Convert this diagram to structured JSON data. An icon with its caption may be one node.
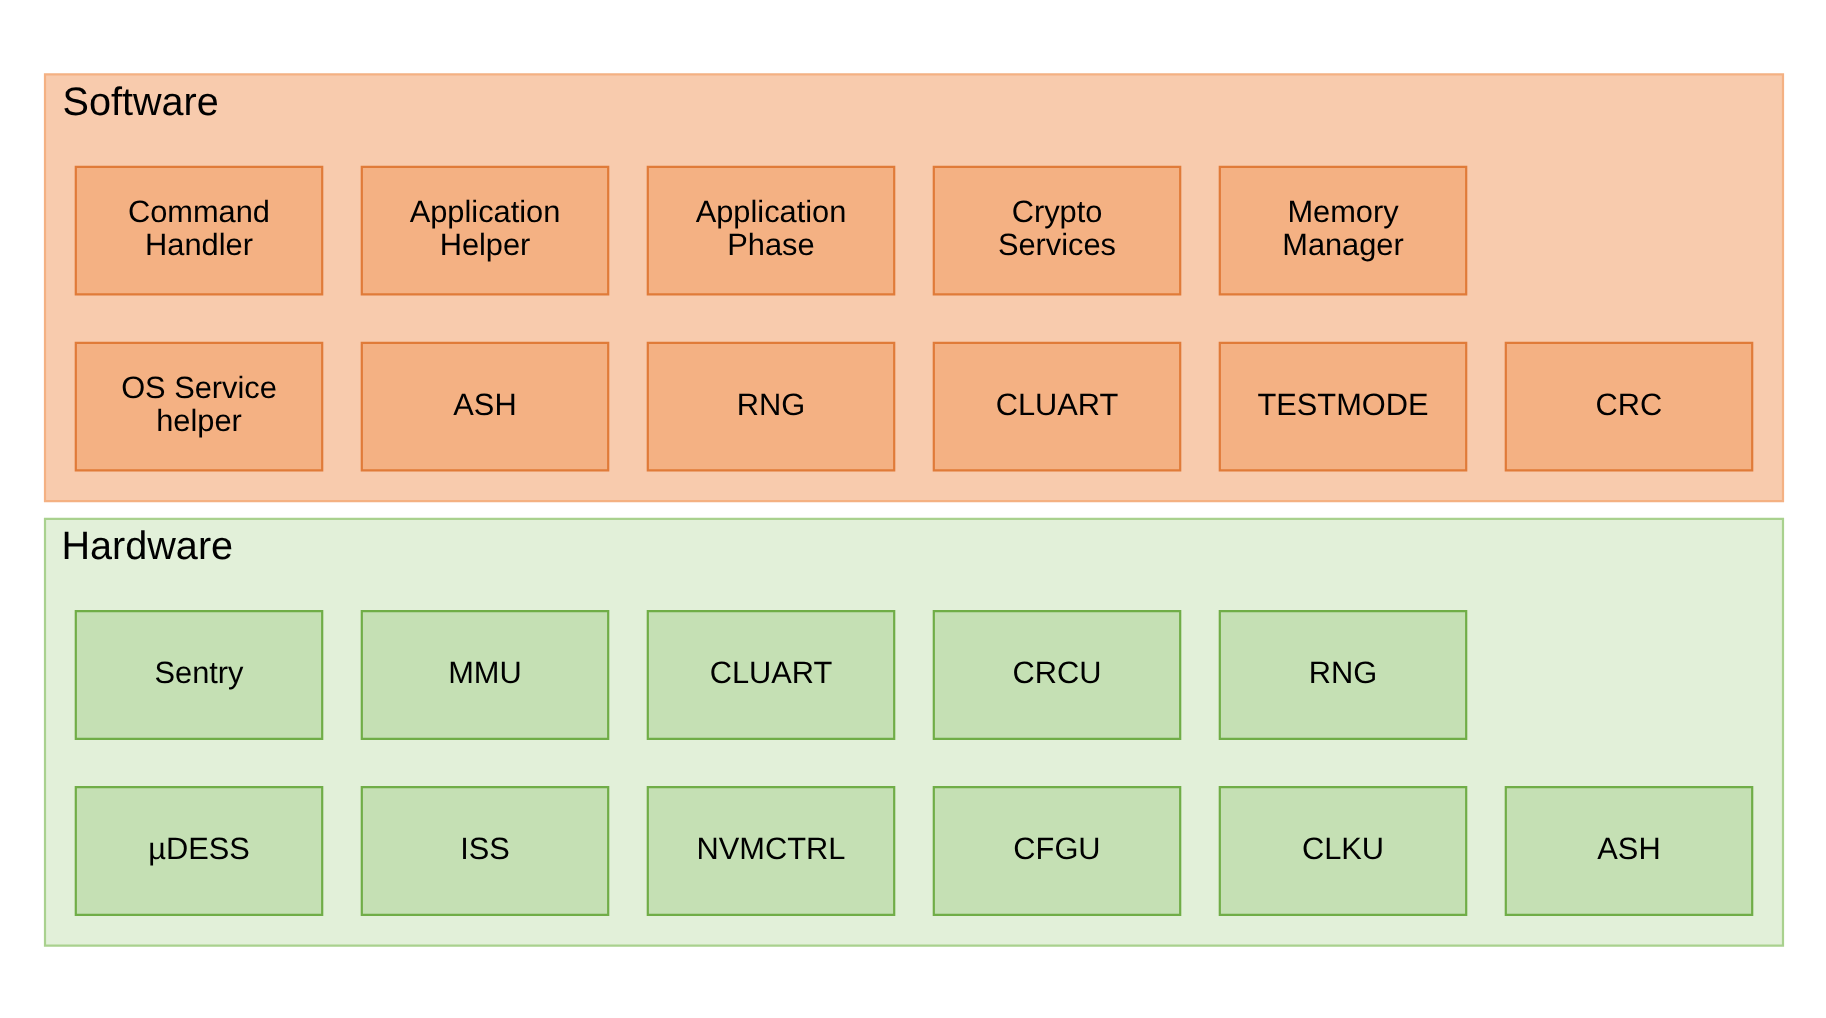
{
  "diagram": {
    "nodes": [
      {
        "text": [
          "Software"
        ]
      },
      {
        "text": [
          "Command Handler"
        ],
        "in": 0
      },
      {
        "text": [
          "Application Helper"
        ],
        "in": 0
      },
      {
        "text": [
          "Application Phase"
        ],
        "in": 0
      },
      {
        "text": [
          "Crypto Services"
        ],
        "in": 0
      },
      {
        "text": [
          "Memory Manager"
        ],
        "in": 0
      },
      {
        "text": [
          "OS Service helper"
        ],
        "in": 0
      },
      {
        "text": [
          "ASH"
        ],
        "in": 0
      },
      {
        "text": [
          "RNG"
        ],
        "in": 0
      },
      {
        "text": [
          "CLUART"
        ],
        "in": 0
      },
      {
        "text": [
          "TESTMODE"
        ],
        "in": 0
      },
      {
        "text": [
          "CRC"
        ],
        "in": 0
      },
      {
        "text": [
          "Hardware"
        ]
      },
      {
        "text": [
          "Sentry"
        ],
        "in": 12
      },
      {
        "text": [
          "MMU"
        ],
        "in": 12
      },
      {
        "text": [
          "CLUART"
        ],
        "in": 12
      },
      {
        "text": [
          "CRCU"
        ],
        "in": 12
      },
      {
        "text": [
          "RNG"
        ],
        "in": 12
      },
      {
        "text": [
          "µDESS"
        ],
        "in": 12
      },
      {
        "text": [
          "ISS"
        ],
        "in": 12
      },
      {
        "text": [
          "NVMCTRL"
        ],
        "in": 12
      },
      {
        "text": [
          "CFGU"
        ],
        "in": 12
      },
      {
        "text": [
          "CLKU"
        ],
        "in": 12
      },
      {
        "text": [
          "ASH"
        ],
        "in": 12
      }
    ]
  }
}
